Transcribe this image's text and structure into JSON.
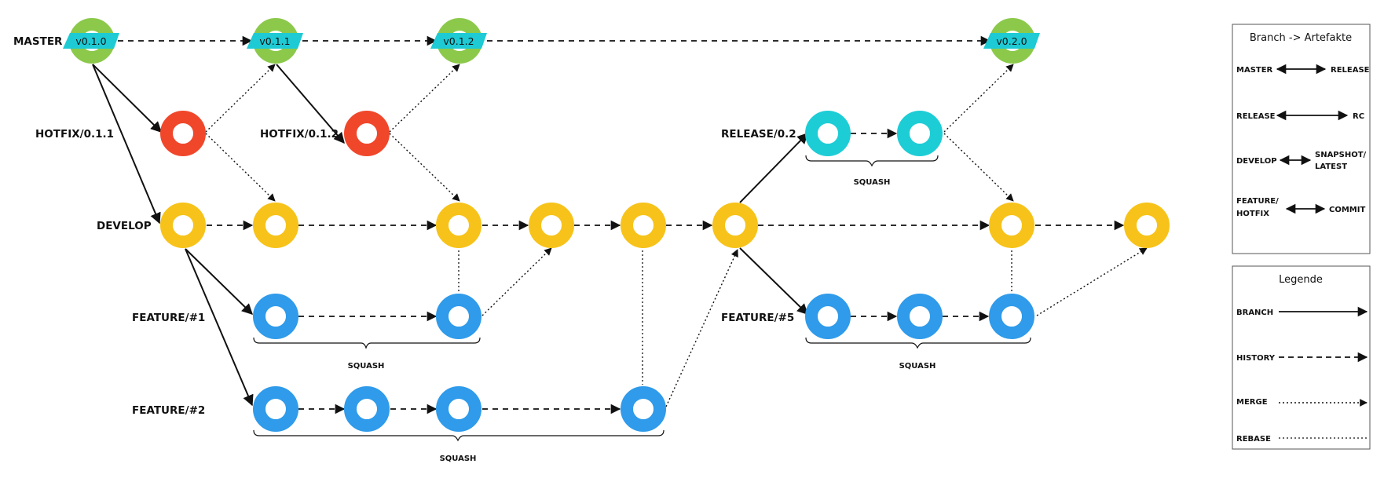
{
  "colors": {
    "master": "#8cc94b",
    "hotfix": "#f0472b",
    "release": "#1dcdd6",
    "develop": "#f7c31a",
    "feature": "#2f9bea",
    "tag": "#1ecad4"
  },
  "branches": {
    "master": "MASTER",
    "hotfix1": "HOTFIX/0.1.1",
    "hotfix2": "HOTFIX/0.1.2",
    "release": "RELEASE/0.2",
    "develop": "DEVELOP",
    "feature1": "FEATURE/#1",
    "feature2": "FEATURE/#2",
    "feature5": "FEATURE/#5"
  },
  "tags": [
    "v0.1.0",
    "v0.1.1",
    "v0.1.2",
    "v0.2.0"
  ],
  "squash_label": "SQUASH",
  "artefakte": {
    "title": "Branch -> Artefakte",
    "rows": [
      {
        "left": "MASTER",
        "right": "RELEASE"
      },
      {
        "left": "RELEASE",
        "right": "RC"
      },
      {
        "left": "DEVELOP",
        "right": "SNAPSHOT/",
        "right2": "LATEST"
      },
      {
        "left": "FEATURE/",
        "left2": "HOTFIX",
        "right": "COMMIT"
      }
    ]
  },
  "legende": {
    "title": "Legende",
    "items": [
      "BRANCH",
      "HISTORY",
      "MERGE",
      "REBASE"
    ]
  }
}
